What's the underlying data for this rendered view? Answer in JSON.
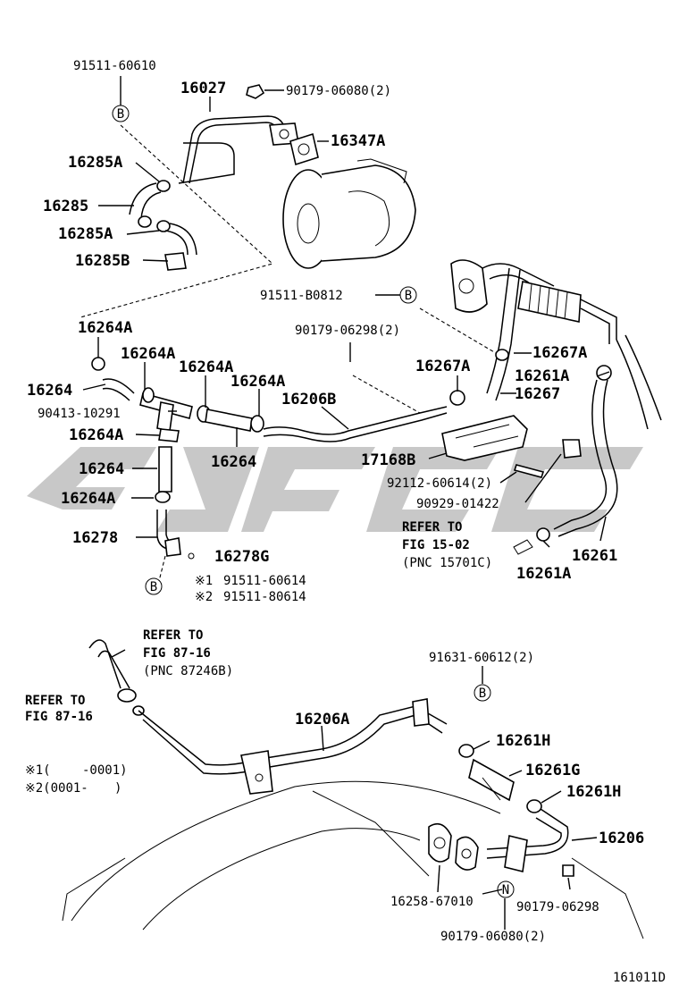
{
  "labels": {
    "p91511_60610": "91511-60610",
    "p16027": "16027",
    "p90179_06080_2_top": "90179-06080(2)",
    "p16347A": "16347A",
    "p16285A_1": "16285A",
    "p16285": "16285",
    "p16285A_2": "16285A",
    "p16285B": "16285B",
    "p91511_B0812": "91511-B0812",
    "p90179_06298_2": "90179-06298(2)",
    "p16264A_1": "16264A",
    "p16264A_2": "16264A",
    "p16264A_3": "16264A",
    "p16264A_4": "16264A",
    "p16264_1": "16264",
    "p16206B": "16206B",
    "p16267A_1": "16267A",
    "p16267A_2": "16267A",
    "p16261A_1": "16261A",
    "p16267": "16267",
    "p90413_10291": "90413-10291",
    "p16264A_5": "16264A",
    "p16264_2": "16264",
    "p16264_3": "16264",
    "p17168B": "17168B",
    "p92112_60614_2": "92112-60614(2)",
    "p16264A_6": "16264A",
    "p90929_01422": "90929-01422",
    "p16278": "16278",
    "p16278G": "16278G",
    "p16261": "16261",
    "p16261A_2": "16261A",
    "p91511_60614": "91511-60614",
    "p91511_80614": "91511-80614",
    "p91631_60612_2": "91631-60612(2)",
    "p16206A": "16206A",
    "p16261H_1": "16261H",
    "p16261G": "16261G",
    "p16261H_2": "16261H",
    "p16206": "16206",
    "p16258_67010": "16258-67010",
    "p90179_06298": "90179-06298",
    "p90179_06080_2_bottom": "90179-06080(2)"
  },
  "refs": {
    "ref1_l1": "REFER TO",
    "ref1_l2": "FIG 15-02",
    "ref1_l3": "(PNC 15701C)",
    "ref2_l1": "REFER TO",
    "ref2_l2": "FIG 87-16",
    "ref2_l3": "(PNC 87246B)",
    "ref3_l1": "REFER TO",
    "ref3_l2": "FIG 87-16"
  },
  "notes": {
    "mark1": "※1",
    "mark2": "※2",
    "range1_mark": "※1(",
    "range1_end": "-0001)",
    "range2_mark": "※2(0001-",
    "range2_end": ")"
  },
  "markers": {
    "B": "B",
    "N": "N"
  },
  "figure_id": "161011D",
  "colors": {
    "line": "#000000",
    "watermark": "#9a9a9a",
    "background": "#ffffff"
  }
}
